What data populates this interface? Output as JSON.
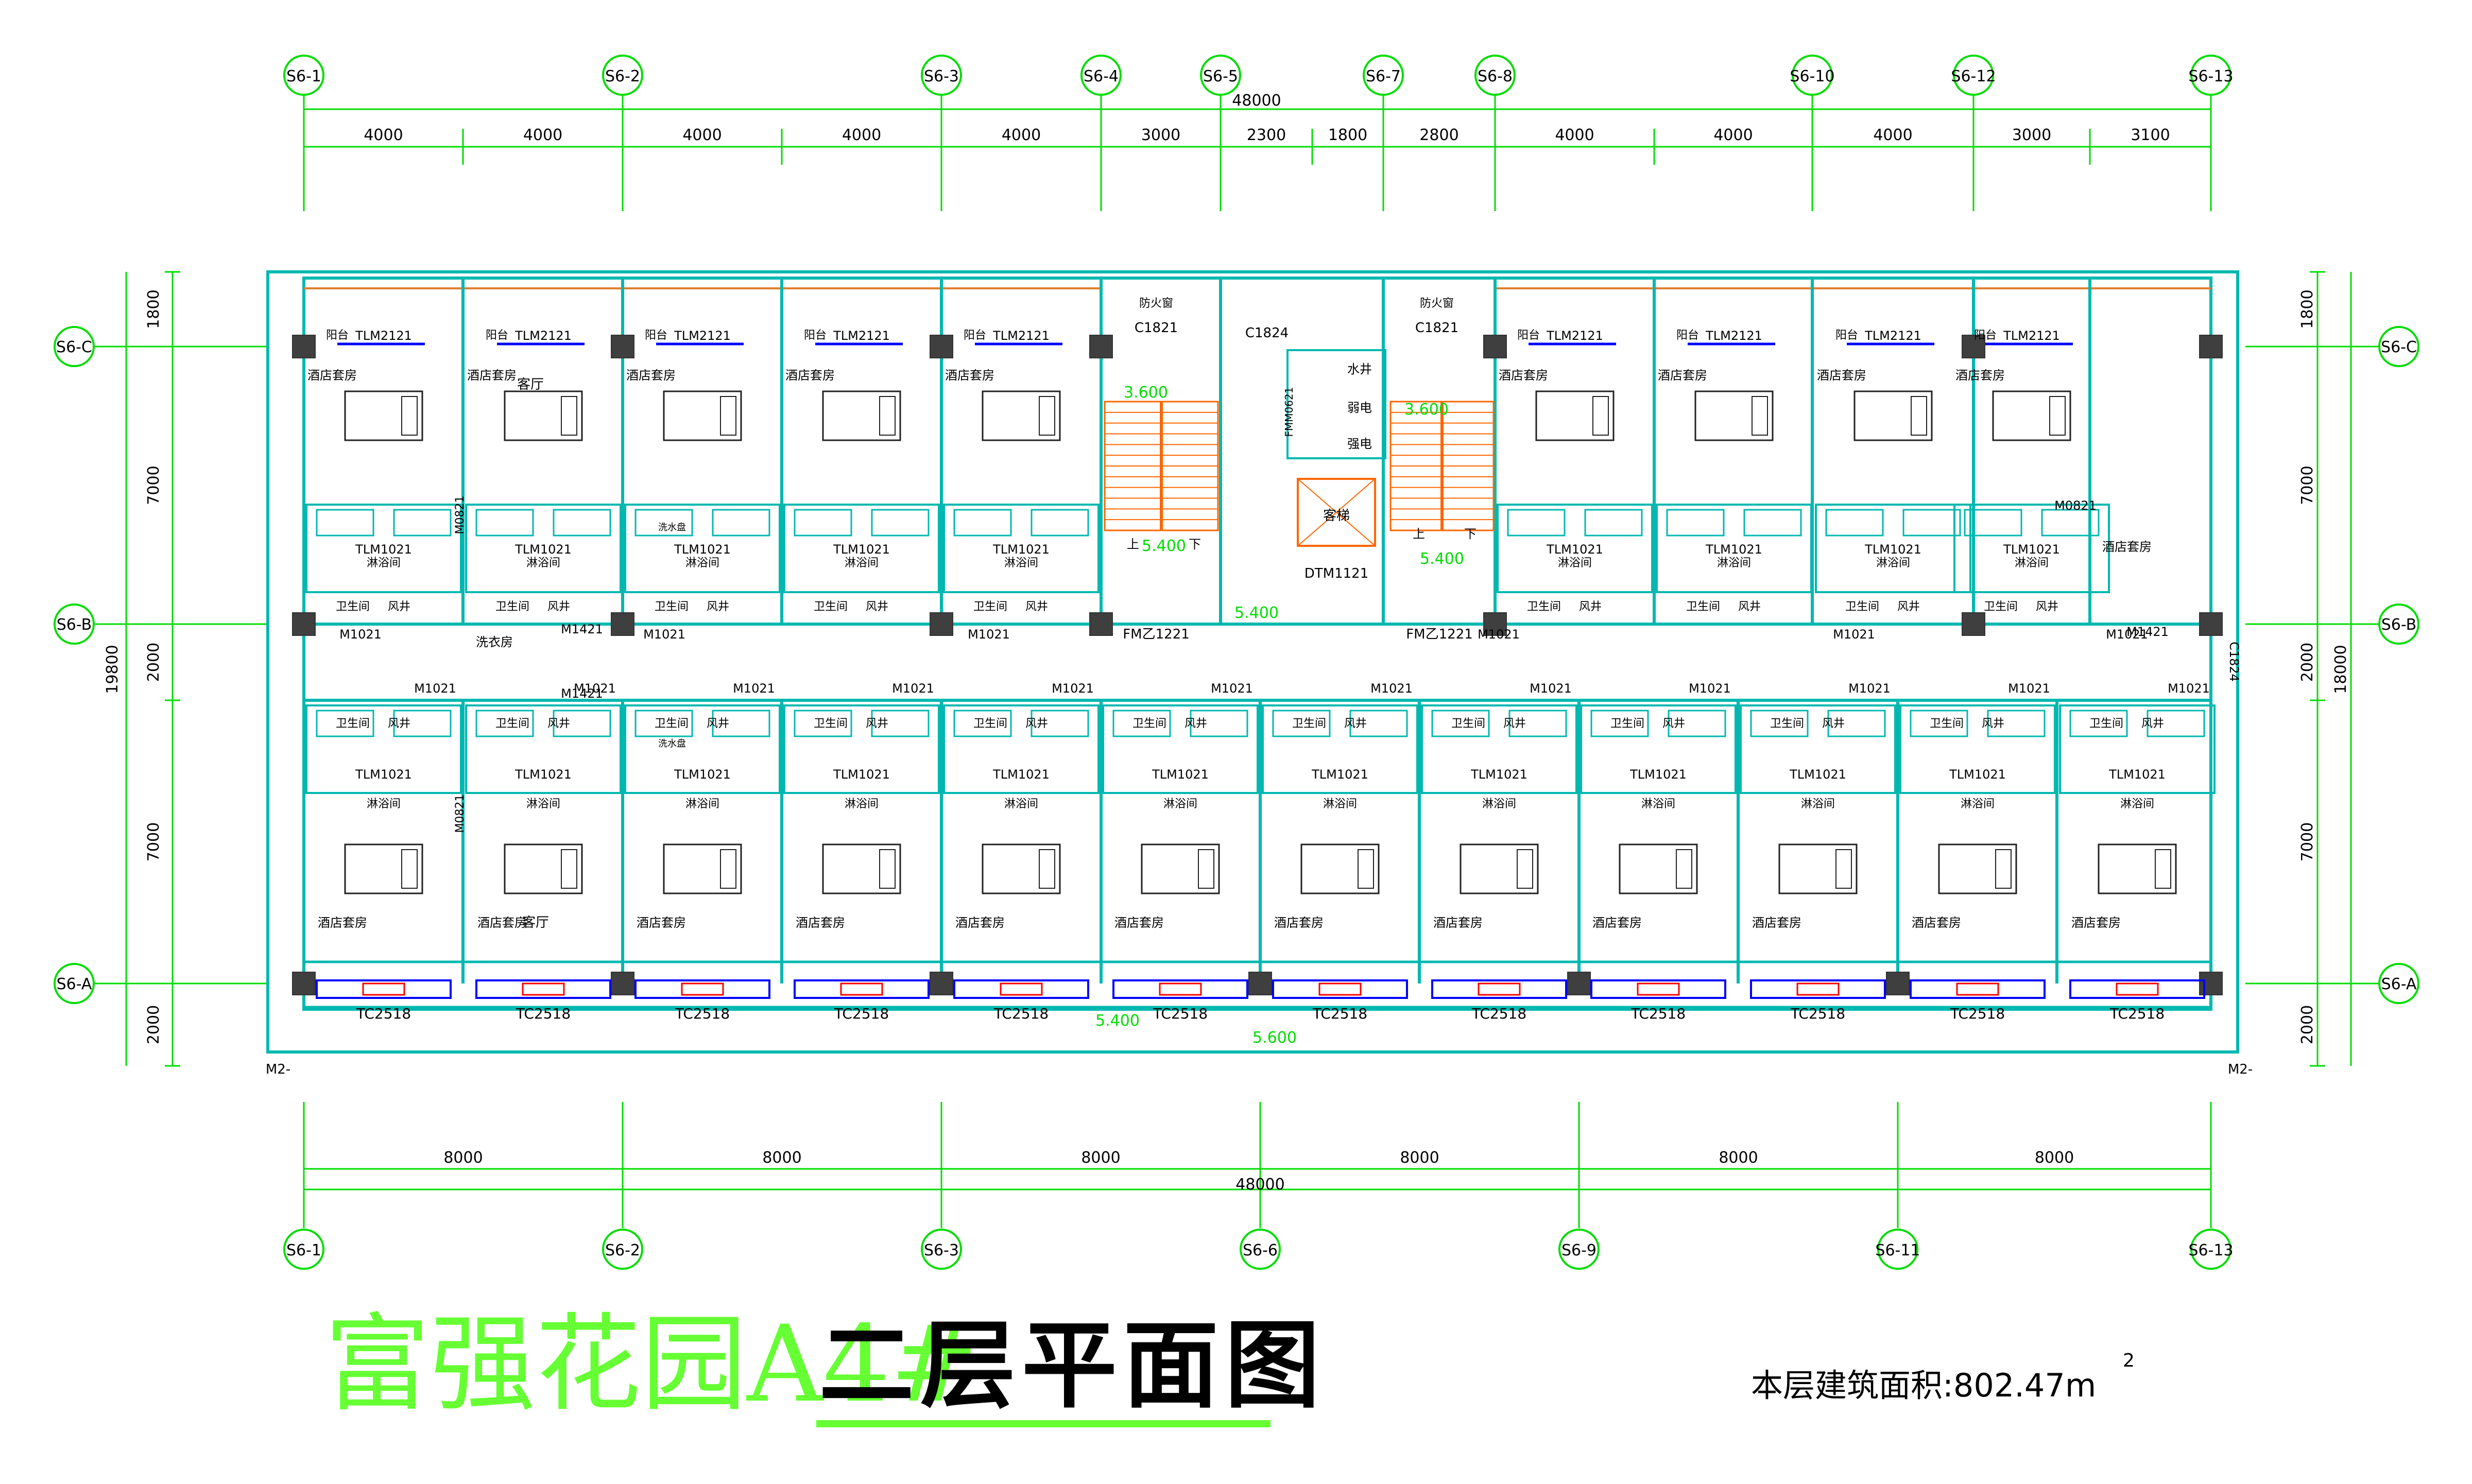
{
  "title": {
    "project": "富强花园A4#",
    "drawing": "二层平面图",
    "area_label": "本层建筑面积:802.47m",
    "area_superscript": "2"
  },
  "axes_top": [
    "S6-1",
    "S6-2",
    "S6-3",
    "S6-4",
    "S6-5",
    "S6-7",
    "S6-8",
    "S6-10",
    "S6-12",
    "S6-13"
  ],
  "axes_bottom": [
    "S6-1",
    "S6-2",
    "S6-3",
    "S6-6",
    "S6-9",
    "S6-11",
    "S6-13"
  ],
  "axes_side": [
    "S6-C",
    "S6-B",
    "S6-A"
  ],
  "dims_top_total": "48000",
  "dims_top": [
    "4000",
    "4000",
    "4000",
    "4000",
    "4000",
    "3000",
    "2300",
    "1800",
    "2800",
    "4000",
    "4000",
    "4000",
    "3000",
    "3100"
  ],
  "dims_bottom": [
    "8000",
    "8000",
    "8000",
    "8000",
    "8000",
    "8000"
  ],
  "dims_bottom_total": "48000",
  "dims_left": [
    "1800",
    "7000",
    "2000",
    "7000",
    "2000"
  ],
  "dims_left_total": "19800",
  "dims_right": [
    "1800",
    "7000",
    "2000",
    "7000",
    "2000"
  ],
  "dims_right_total": "18000",
  "labels": {
    "balcony": "阳台",
    "suite": "酒店套房",
    "living": "客厅",
    "shower": "淋浴间",
    "toilet": "卫生间",
    "shaft": "风井",
    "wash": "洗衣房",
    "basin": "洗水盘",
    "water_well": "水井",
    "weak": "弱电",
    "strong": "强电",
    "elevator": "客梯",
    "fire_window": "防火窗",
    "up": "上",
    "down": "下",
    "m2": "M2-"
  },
  "doors": {
    "tlm2121": "TLM2121",
    "tlm1021": "TLM1021",
    "m0821": "M0821",
    "m1021": "M1021",
    "m1421": "M1421",
    "c1821": "C1821",
    "c1824": "C1824",
    "fm1221": "FM乙1221",
    "dtm": "DTM1121",
    "fmm0621": "FMM0621",
    "tc2518": "TC2518"
  },
  "levels": {
    "l5400": "5.400",
    "l5600": "5.600",
    "l3600": "3.600"
  },
  "colors": {
    "wall": "#00b8b0",
    "axis": "#00dd00",
    "stair": "#ff6600",
    "door": "#0000ff",
    "fire": "#ff0000",
    "text": "#000000",
    "title_green": "#66ff33"
  }
}
